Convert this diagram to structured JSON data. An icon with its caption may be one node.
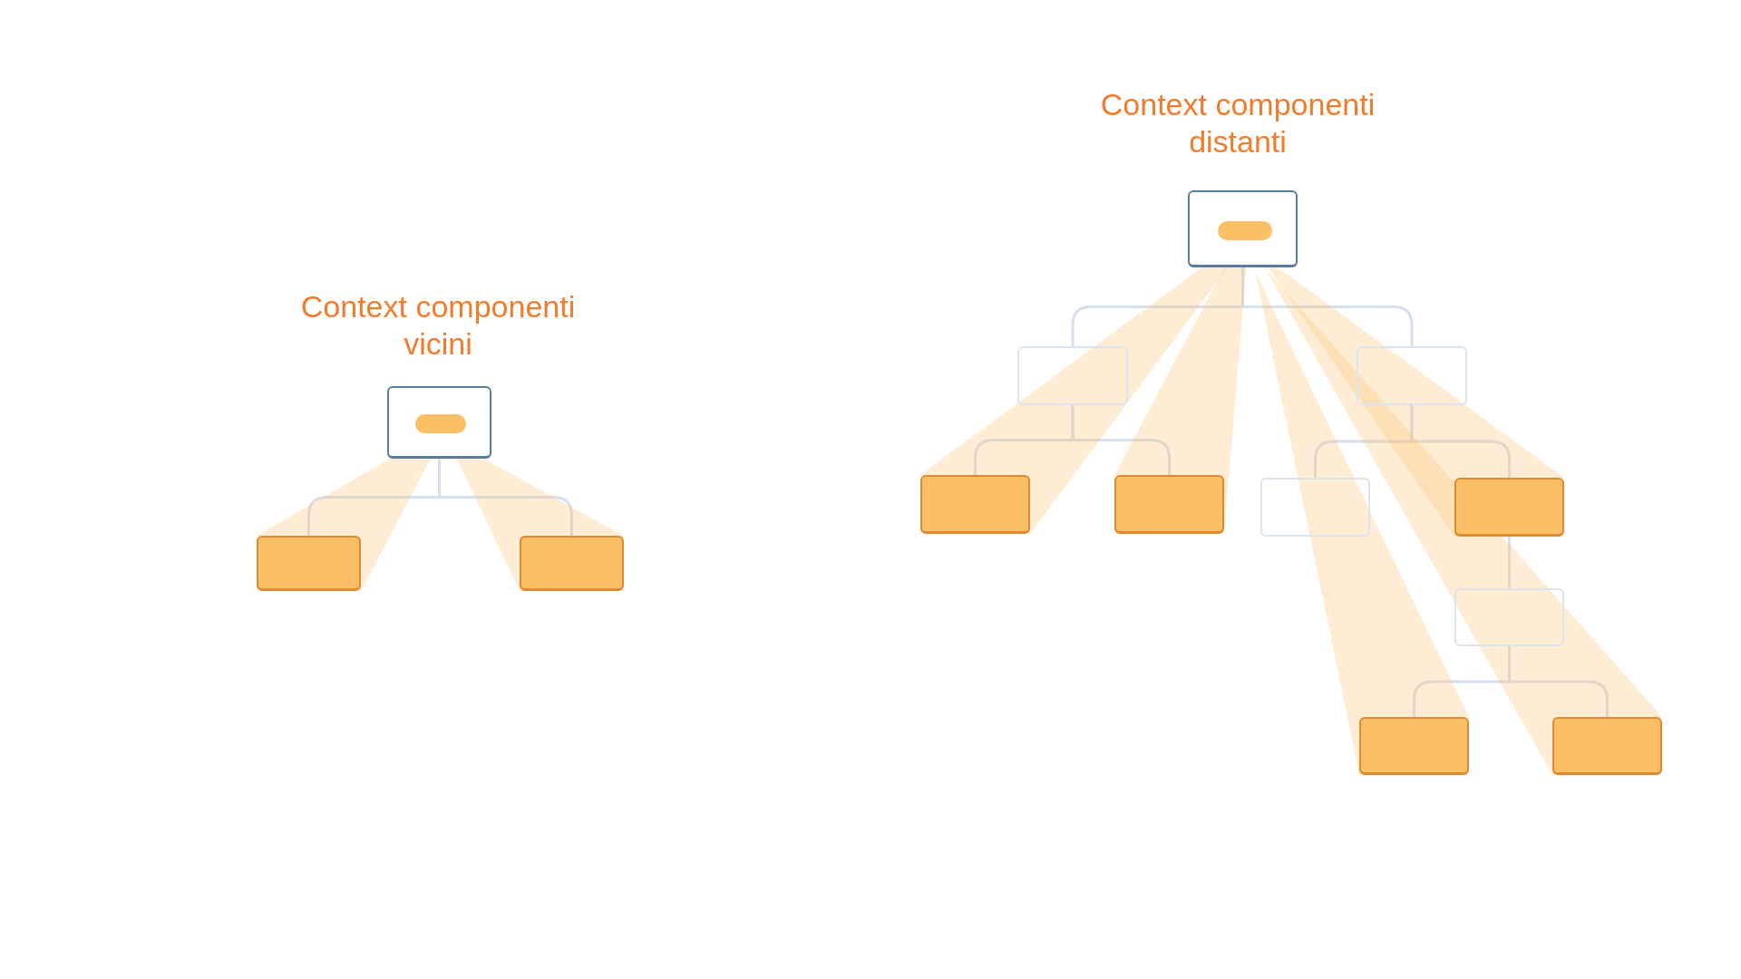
{
  "diagram": {
    "nodes": [
      {
        "text": [],
        "shape": "box"
      },
      {
        "text": [],
        "shape": "pill",
        "in": 0
      },
      {
        "text": [],
        "shape": "box"
      },
      {
        "text": [],
        "shape": "box"
      },
      {
        "text": [],
        "shape": "box"
      },
      {
        "text": [],
        "shape": "pill",
        "in": 4
      },
      {
        "text": [],
        "shape": "box"
      },
      {
        "text": [],
        "shape": "box"
      },
      {
        "text": [],
        "shape": "box"
      },
      {
        "text": [],
        "shape": "box"
      },
      {
        "text": [],
        "shape": "box"
      },
      {
        "text": [],
        "shape": "box"
      },
      {
        "text": [],
        "shape": "box"
      },
      {
        "text": [],
        "shape": "box"
      },
      {
        "text": [],
        "shape": "box"
      }
    ],
    "edges": [
      {
        "from": 0,
        "to": 2,
        "arrow": "none"
      },
      {
        "from": 0,
        "to": 3,
        "arrow": "none"
      },
      {
        "from": 4,
        "to": 6,
        "arrow": "none"
      },
      {
        "from": 4,
        "to": 7,
        "arrow": "none"
      },
      {
        "from": 6,
        "to": 8,
        "arrow": "none"
      },
      {
        "from": 6,
        "to": 9,
        "arrow": "none"
      },
      {
        "from": 7,
        "to": 10,
        "arrow": "none"
      },
      {
        "from": 7,
        "to": 11,
        "arrow": "none"
      },
      {
        "from": 11,
        "to": 12,
        "arrow": "none"
      },
      {
        "from": 12,
        "to": 13,
        "arrow": "none"
      },
      {
        "from": 12,
        "to": 14,
        "arrow": "none"
      },
      {
        "from": 1,
        "to": 2,
        "arrow": "none",
        "style": "thick",
        "color": "#fbc066"
      },
      {
        "from": 1,
        "to": 3,
        "arrow": "none",
        "style": "thick",
        "color": "#fbc066"
      },
      {
        "from": 5,
        "to": 8,
        "arrow": "none",
        "style": "thick",
        "color": "#fbc066"
      },
      {
        "from": 5,
        "to": 9,
        "arrow": "none",
        "style": "thick",
        "color": "#fbc066"
      },
      {
        "from": 5,
        "to": 11,
        "arrow": "none",
        "style": "thick",
        "color": "#fbc066"
      },
      {
        "from": 5,
        "to": 13,
        "arrow": "none",
        "style": "thick",
        "color": "#fbc066"
      },
      {
        "from": 5,
        "to": 14,
        "arrow": "none",
        "style": "thick",
        "color": "#fbc066"
      }
    ],
    "labels": [
      "Context componenti vicini",
      "Context componenti distanti"
    ]
  }
}
